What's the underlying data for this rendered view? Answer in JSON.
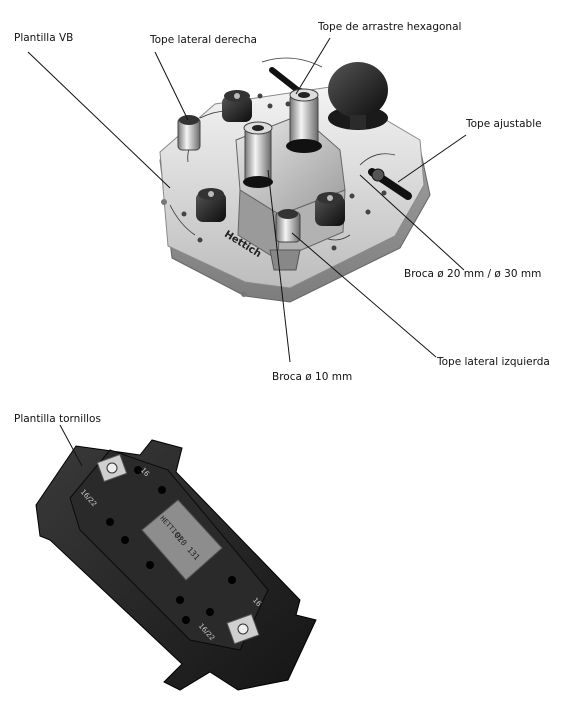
{
  "labels": {
    "plantilla_vb": "Plantilla VB",
    "tope_lateral_derecha": "Tope lateral derecha",
    "tope_arrastre_hexagonal": "Tope de arrastre hexagonal",
    "tope_ajustable": "Tope ajustable",
    "broca_20_30": "Broca ø 20 mm / ø 30 mm",
    "tope_lateral_izquierda": "Tope lateral izquierda",
    "broca_10": "Broca ø 10 mm",
    "plantilla_tornillos": "Plantilla tornillos"
  },
  "device": {
    "brand": "Hettich",
    "template_stamp_line1": "HETTICH",
    "template_stamp_line2": "020 131",
    "template_edge_marks": [
      "16",
      "16",
      "16/22",
      "16/22"
    ]
  }
}
